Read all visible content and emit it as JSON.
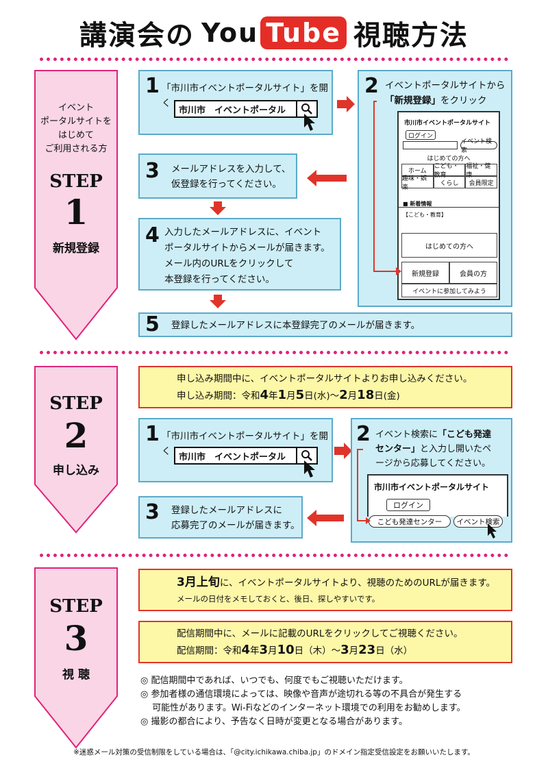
{
  "title": {
    "pre": "講演会の",
    "you": "You",
    "tube": "Tube",
    "post": "視聴方法"
  },
  "step1": {
    "side_text": [
      "イベント",
      "ポータルサイトを",
      "はじめて",
      "ご利用される方"
    ],
    "step": "STEP",
    "n": "1",
    "label": "新規登録",
    "box1": {
      "n": "1",
      "text": "「市川市イベントポータルサイト」を開く",
      "search": "市川市　イベントポータル"
    },
    "box2": {
      "n": "2",
      "text1": "イベントポータルサイトから",
      "text2a": "「新規登録」",
      "text2b": "をクリック",
      "site": "市川市イベントポータルサイト",
      "login": "ログイン",
      "search_btn": "イベント検索",
      "first": "はじめての方へ",
      "cells": [
        "ホーム",
        "こども・教育",
        "福祉・健康",
        "趣味・娯楽",
        "くらし",
        "会員限定"
      ],
      "news": "■ 新着情報",
      "news_cat": "【こども・教育】",
      "first_big": "はじめての方へ",
      "register": "新規登録",
      "member": "会員の方",
      "join": "イベントに参加してみよう"
    },
    "box3": {
      "n": "3",
      "line1": "メールアドレスを入力して、",
      "line2": "仮登録を行ってください。"
    },
    "box4": {
      "n": "4",
      "lines": [
        "入力したメールアドレスに、イベント",
        "ポータルサイトからメールが届きます。",
        "メール内のURLをクリックして",
        "本登録を行ってください。"
      ]
    },
    "box5": {
      "n": "5",
      "text": "登録したメールアドレスに本登録完了のメールが届きます。"
    }
  },
  "step2": {
    "step": "STEP",
    "n": "2",
    "label": "申し込み",
    "yellow": {
      "line1": "申し込み期間中に、イベントポータルサイトよりお申し込みください。",
      "period_label": "申し込み期間：令和",
      "y": "4",
      "nen": "年",
      "m1": "1",
      "gatsu1": "月",
      "d1": "5",
      "nichi1": "日(水)～",
      "m2": "2",
      "gatsu2": "月",
      "d2": "18",
      "nichi2": "日(金)"
    },
    "box1": {
      "n": "1",
      "text": "「市川市イベントポータルサイト」を開く",
      "search": "市川市　イベントポータル"
    },
    "box2": {
      "n": "2",
      "text_a": "イベント検索に",
      "text_b": "「こども発達",
      "text_c": "センター」",
      "text_d": "と入力し開いたペ",
      "text_e": "ージから応募してください。",
      "site": "市川市イベントポータルサイト",
      "login": "ログイン",
      "input": "こども発達センター",
      "search_btn": "イベント検索"
    },
    "box3": {
      "n": "3",
      "line1": "登録したメールアドレスに",
      "line2": "応募完了のメールが届きます。"
    }
  },
  "step3": {
    "step": "STEP",
    "n": "3",
    "label": "視 聴",
    "y1": {
      "em": "3月上旬",
      "rest": "に、イベントポータルサイトより、視聴のためのURLが届きます。",
      "sub": "メールの日付をメモしておくと、後日、探しやすいです。"
    },
    "y2": {
      "line1": "配信期間中に、メールに記載のURLをクリックしてご視聴ください。",
      "period_label": "配信期間：令和",
      "y": "4",
      "nen": "年",
      "m1": "3",
      "gatsu1": "月",
      "d1": "10",
      "nichi1": "日（木）～",
      "m2": "3",
      "gatsu2": "月",
      "d2": "23",
      "nichi2": "日（水）"
    },
    "notes": [
      "◎ 配信期間中であれば、いつでも、何度でもご視聴いただけます。",
      "◎ 参加者様の通信環境によっては、映像や音声が途切れる等の不具合が発生する",
      "　 可能性があります。Wi-Fiなどのインターネット環境での利用をお勧めします。",
      "◎ 撮影の都合により、予告なく日時が変更となる場合があります。"
    ]
  },
  "footer": "※迷惑メール対策の受信制限をしている場合は、「@city.ichikawa.chiba.jp」のドメイン指定受信設定をお願いいたします。",
  "colors": {
    "pink": "#e0237a",
    "pinkfill": "#f9d5e6",
    "blue": "#cdeef7",
    "yellow": "#fdf7a8",
    "red": "#e0342a"
  }
}
